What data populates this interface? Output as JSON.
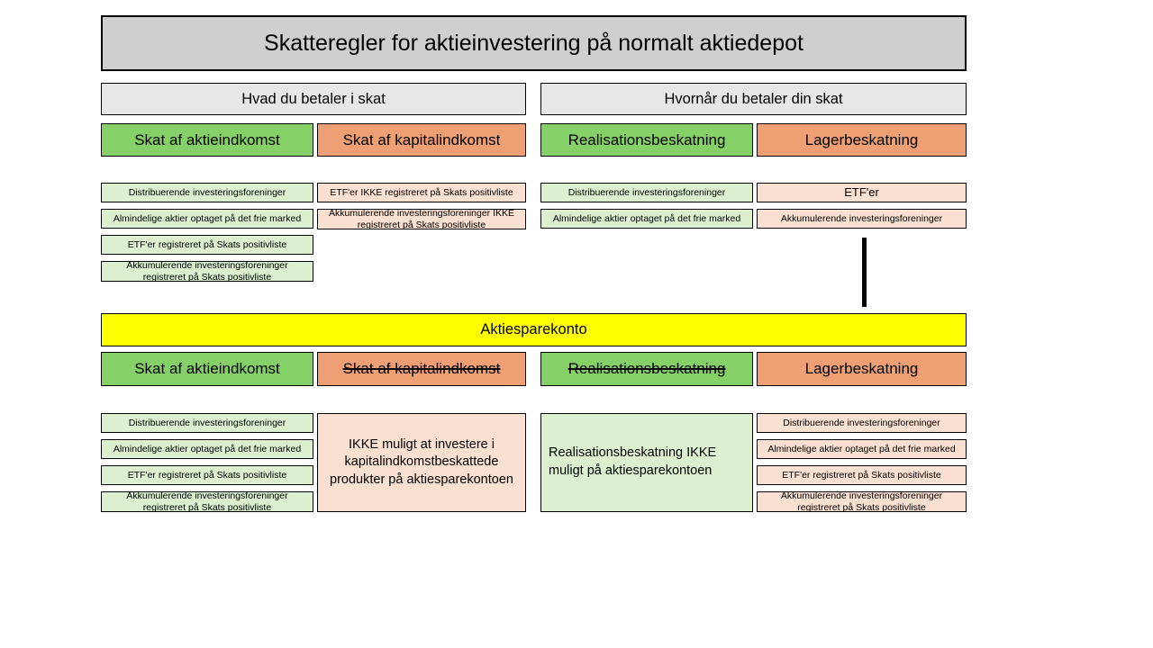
{
  "title": {
    "text": "Skatteregler for aktieinvestering på normalt aktiedepot"
  },
  "sections": {
    "what": "Hvad du betaler i skat",
    "when": "Hvornår du betaler din skat"
  },
  "depot": {
    "columns": [
      {
        "header": "Skat af aktieindkomst",
        "header_style": "green",
        "items": [
          "Distribuerende investeringsforeninger",
          "Almindelige aktier optaget på det frie marked",
          "ETF'er registreret på Skats positivliste",
          "Akkumulerende investeringsforeninger registreret på Skats positivliste"
        ]
      },
      {
        "header": "Skat af kapitalindkomst",
        "header_style": "orange",
        "items": [
          "ETF'er IKKE registreret på Skats positivliste",
          "Akkumulerende investeringsforeninger IKKE registreret på Skats positivliste"
        ]
      },
      {
        "header": "Realisationsbeskatning",
        "header_style": "green",
        "items": [
          "Distribuerende investeringsforeninger",
          "Almindelige aktier optaget på det frie marked"
        ]
      },
      {
        "header": "Lagerbeskatning",
        "header_style": "orange",
        "items": [
          "ETF'er",
          "Akkumulerende investeringsforeninger"
        ]
      }
    ]
  },
  "aktiesparekonto": {
    "banner": "Aktiesparekonto",
    "columns": [
      {
        "header": "Skat af aktieindkomst",
        "header_style": "green",
        "struck": false,
        "items": [
          "Distribuerende investeringsforeninger",
          "Almindelige aktier optaget på det frie marked",
          "ETF'er registreret på Skats positivliste",
          "Akkumulerende investeringsforeninger registreret på Skats positivliste"
        ],
        "note": null
      },
      {
        "header": "Skat af kapitalindkomst",
        "header_style": "orange",
        "struck": true,
        "items": [],
        "note": "IKKE muligt at investere i kapitalindkomstbeskattede produkter på aktiesparekontoen"
      },
      {
        "header": "Realisationsbeskatning",
        "header_style": "green",
        "struck": true,
        "items": [],
        "note": "Realisationsbeskatning IKKE muligt på aktiesparekontoen"
      },
      {
        "header": "Lagerbeskatning",
        "header_style": "orange",
        "struck": false,
        "items": [
          "Distribuerende investeringsforeninger",
          "Almindelige aktier optaget på det frie marked",
          "ETF'er registreret på Skats positivliste",
          "Akkumulerende investeringsforeninger registreret på Skats positivliste"
        ],
        "note": null
      }
    ]
  },
  "colors": {
    "title_bg": "#cfcfcf",
    "section_bg": "#e7e7e7",
    "green_header": "#85d167",
    "orange_header": "#ef9f74",
    "yellow_banner": "#ffff00",
    "green_leaf": "#dcf0d0",
    "orange_leaf": "#fae0d0",
    "border": "#000000",
    "connector": "#000000"
  }
}
